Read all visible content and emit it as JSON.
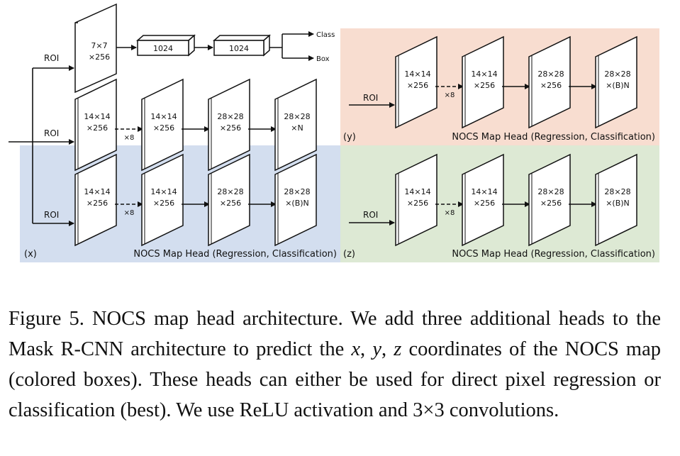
{
  "panels": {
    "x": {
      "label": "(x)",
      "title": "NOCS Map Head (Regression, Classification)",
      "color": "#d3deef"
    },
    "y": {
      "label": "(y)",
      "title": "NOCS Map Head (Regression, Classification)",
      "color": "#f8ddd0"
    },
    "z": {
      "label": "(z)",
      "title": "NOCS Map Head (Regression, Classification)",
      "color": "#dde9d4"
    }
  },
  "roi_label": "ROI",
  "box_head": {
    "feature": [
      "7×7",
      "×256"
    ],
    "fc1": "1024",
    "fc2": "1024",
    "out_class": "Class",
    "out_box": "Box"
  },
  "mask_head": {
    "blocks": [
      [
        "14×14",
        "×256"
      ],
      [
        "14×14",
        "×256"
      ],
      [
        "28×28",
        "×256"
      ],
      [
        "28×28",
        "×N"
      ]
    ],
    "repeat": "×8"
  },
  "nocs_head": {
    "blocks": [
      [
        "14×14",
        "×256"
      ],
      [
        "14×14",
        "×256"
      ],
      [
        "28×28",
        "×256"
      ],
      [
        "28×28",
        "×(B)N"
      ]
    ],
    "repeat": "×8"
  },
  "caption": {
    "prefix": "Figure 5. NOCS map head architecture.  We add three additional heads to the Mask R-CNN architecture to predict the ",
    "x": "x",
    "sep1": ", ",
    "y": "y",
    "sep2": ", ",
    "z": "z",
    "suffix": " coordinates of the NOCS map (colored boxes). These heads can either be used for direct pixel regression or classification (best).  We use ReLU activation and 3×3 convolutions."
  }
}
